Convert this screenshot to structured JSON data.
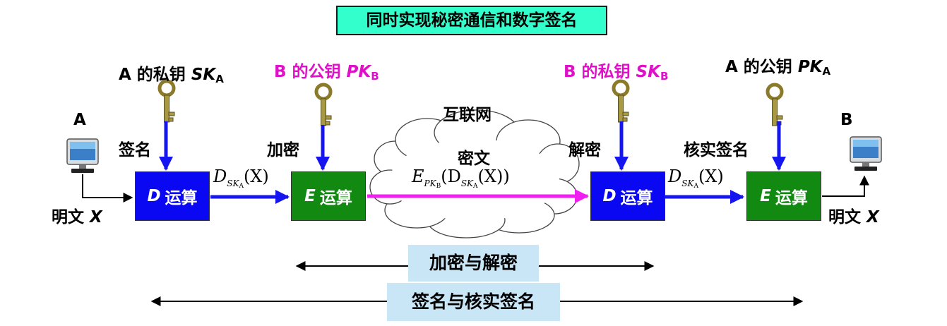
{
  "title": "同时实现秘密通信和数字签名",
  "keys": {
    "a_private": {
      "prefix": "A 的私钥 ",
      "sym": "SK",
      "sub": "A"
    },
    "b_public": {
      "prefix": "B 的公钥 ",
      "sym": "PK",
      "sub": "B"
    },
    "b_private": {
      "prefix": "B 的私钥 ",
      "sym": "SK",
      "sub": "B"
    },
    "a_public": {
      "prefix": "A 的公钥 ",
      "sym": "PK",
      "sub": "A"
    }
  },
  "nodes": {
    "left": "A",
    "right": "B"
  },
  "steps": {
    "sign": "签名",
    "encrypt": "加密",
    "decrypt": "解密",
    "verify": "核实签名"
  },
  "internet": "互联网",
  "ciphertext": "密文",
  "boxes": {
    "d1": {
      "letter": "D",
      "text": "运算"
    },
    "e1": {
      "letter": "E",
      "text": "运算"
    },
    "d2": {
      "letter": "D",
      "text": "运算"
    },
    "e2": {
      "letter": "E",
      "text": "运算"
    }
  },
  "plaintext": {
    "label": "明文 ",
    "var": "X"
  },
  "formulas": {
    "signed": {
      "fn": "D",
      "sub": "SK",
      "subsub": "A",
      "arg": "(X)"
    },
    "cipher": {
      "fn": "E",
      "sub": "PK",
      "subsub": "B",
      "mid": "(D",
      "sub2": "SK",
      "subsub2": "A",
      "arg": "(X))"
    }
  },
  "ranges": {
    "enc": "加密与解密",
    "sig": "签名与核实签名"
  },
  "colors": {
    "title_bg": "#33ffcc",
    "box_blue": "#0a08f2",
    "box_green": "#128a12",
    "arrow_blue": "#1515f0",
    "arrow_magenta": "#f01ef0",
    "band": "#c9e6f7",
    "key_magenta": "#e010c8"
  }
}
